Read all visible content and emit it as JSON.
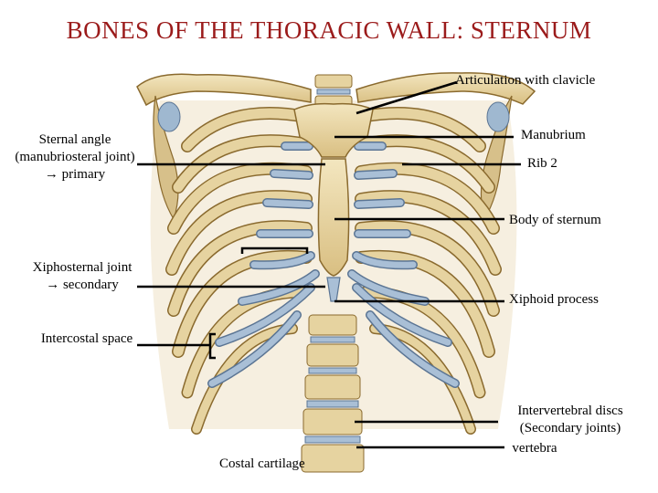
{
  "title": "BONES OF THE THORACIC WALL: STERNUM",
  "labels": {
    "articulation_clavicle": "Articulation with clavicle",
    "manubrium": "Manubrium",
    "rib2": "Rib 2",
    "sternal_angle": "Sternal angle (manubriosteral joint) → primary",
    "body_of_sternum": "Body of sternum",
    "xiphosternal": "Xiphosternal joint → secondary",
    "xiphoid": "Xiphoid process",
    "intercostal": "Intercostal space",
    "intervertebral": "Intervertebral discs (Secondary joints)",
    "vertebra": "vertebra",
    "costal_cartilage": "Costal cartilage"
  },
  "colors": {
    "title": "#9b1b1b",
    "bone": "#e6d3a0",
    "bone_outline": "#8a6a2e",
    "cartilage": "#a9bfd6",
    "cartilage_outline": "#5b7594",
    "leader": "#000000"
  }
}
